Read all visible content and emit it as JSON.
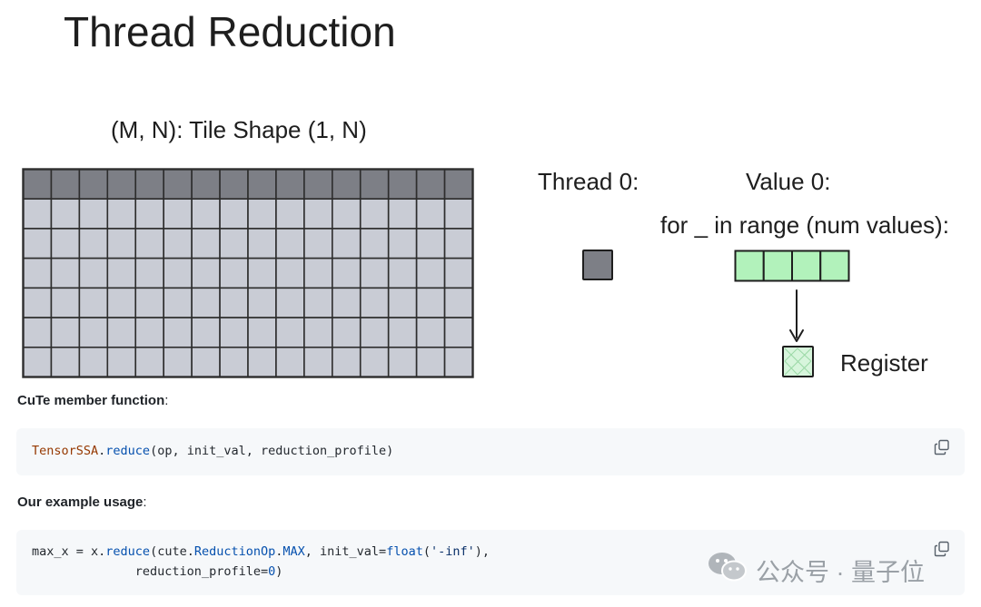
{
  "title": "Thread Reduction",
  "tile_caption": "(M, N): Tile Shape (1, N)",
  "grid": {
    "rows": 7,
    "cols": 16,
    "highlight_row": 0,
    "fill": "#c9ccd5",
    "highlight_fill": "#7d7f86",
    "line": "#2d2d2d"
  },
  "thread_label": "Thread 0:",
  "value_label": "Value 0:",
  "loop_label": "for _ in range (num values):",
  "values": {
    "count": 4,
    "fill": "#b2f2bb"
  },
  "register_label": "Register",
  "colors": {
    "thread": "#7d7f86",
    "value": "#b2f2bb",
    "register": "#d7f5dc"
  },
  "member_label": {
    "bold": "CuTe member function",
    "colon": ":"
  },
  "usage_label": {
    "bold": "Our example usage",
    "colon": ":"
  },
  "code1": {
    "class": "TensorSSA",
    "dot": ".",
    "fn": "reduce",
    "args": "(op, init_val, reduction_profile)"
  },
  "code2": {
    "a": "max_x = x.",
    "fn1": "reduce",
    "b": "(cute.",
    "cls": "ReductionOp",
    "c": ".",
    "cst": "MAX",
    "d": ", init_val=",
    "fn2": "float",
    "e": "(",
    "str": "'-inf'",
    "f": "),",
    "line2a": "              reduction_profile=",
    "num": "0",
    "line2b": ")"
  },
  "icons": {
    "copy": "copy-icon",
    "watermark": "wechat-icon"
  },
  "watermark": "公众号 · 量子位"
}
